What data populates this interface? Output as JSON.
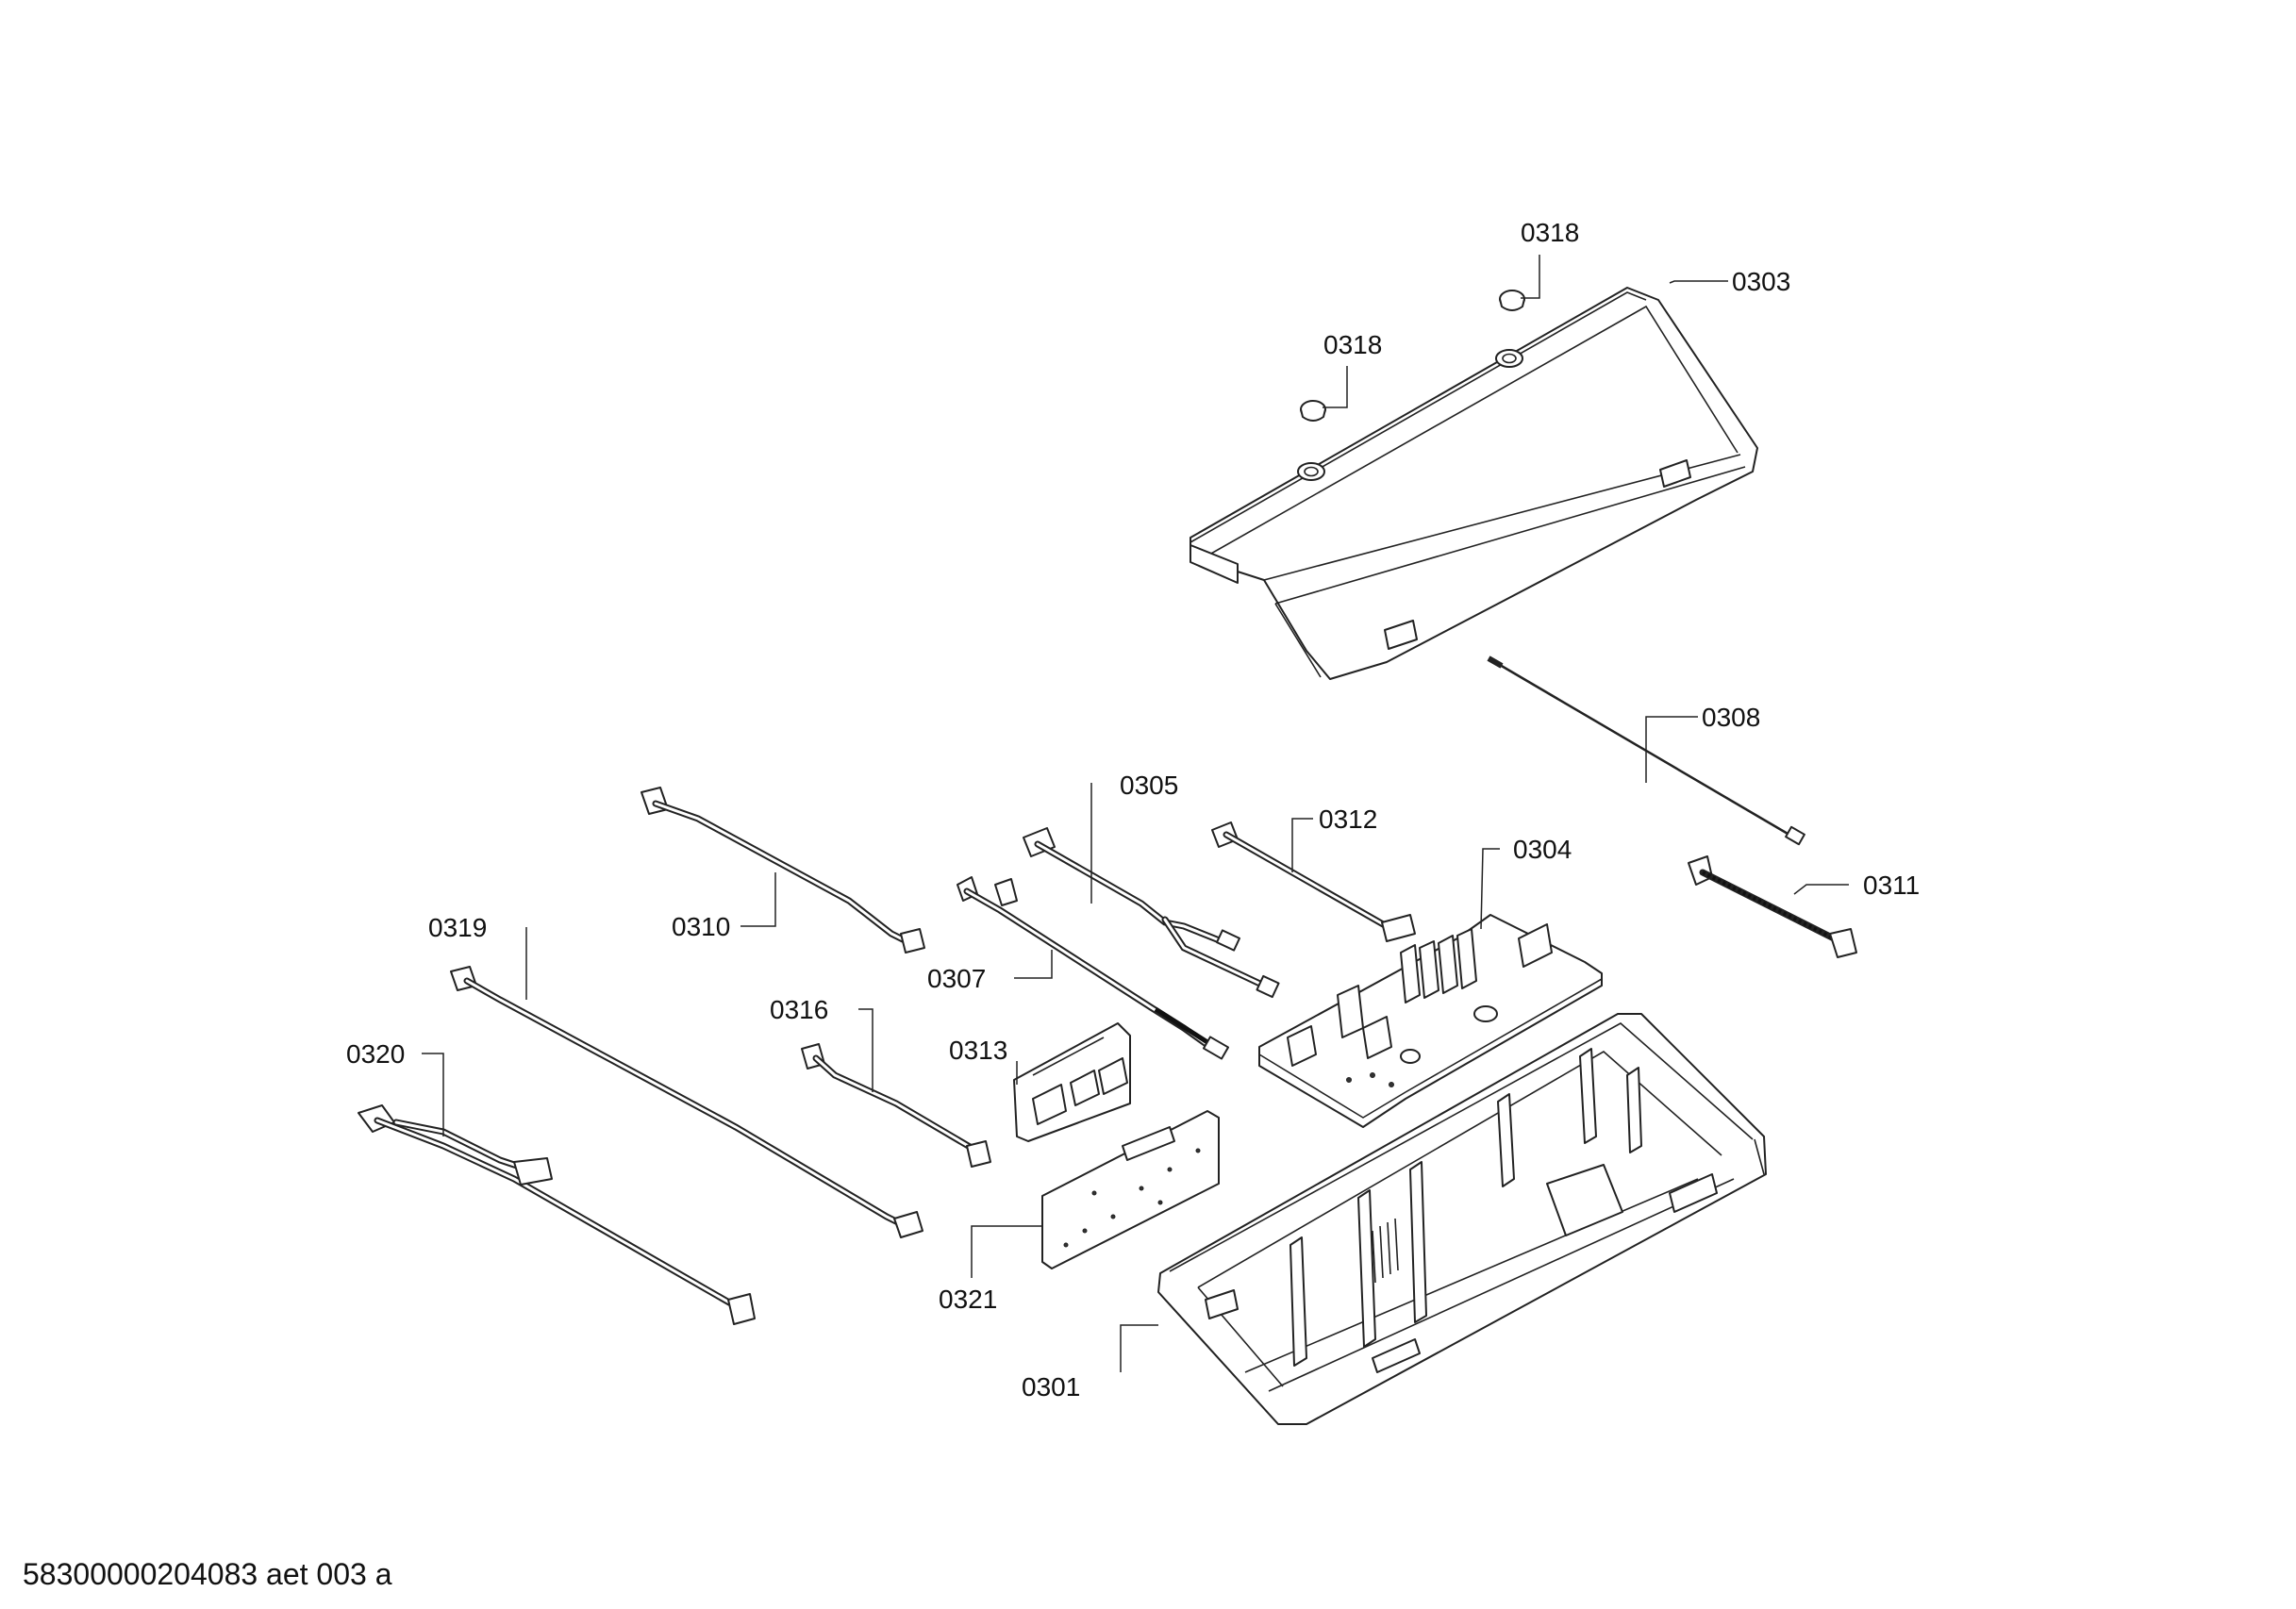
{
  "diagram": {
    "parts": [
      {
        "id": "p0301",
        "label": "0301"
      },
      {
        "id": "p0303",
        "label": "0303"
      },
      {
        "id": "p0304",
        "label": "0304"
      },
      {
        "id": "p0305",
        "label": "0305"
      },
      {
        "id": "p0307",
        "label": "0307"
      },
      {
        "id": "p0308",
        "label": "0308"
      },
      {
        "id": "p0310",
        "label": "0310"
      },
      {
        "id": "p0311",
        "label": "0311"
      },
      {
        "id": "p0312",
        "label": "0312"
      },
      {
        "id": "p0313",
        "label": "0313"
      },
      {
        "id": "p0316",
        "label": "0316"
      },
      {
        "id": "p0318a",
        "label": "0318"
      },
      {
        "id": "p0318b",
        "label": "0318"
      },
      {
        "id": "p0319",
        "label": "0319"
      },
      {
        "id": "p0320",
        "label": "0320"
      },
      {
        "id": "p0321",
        "label": "0321"
      }
    ],
    "footer": "58300000204083 aet 003 a"
  }
}
